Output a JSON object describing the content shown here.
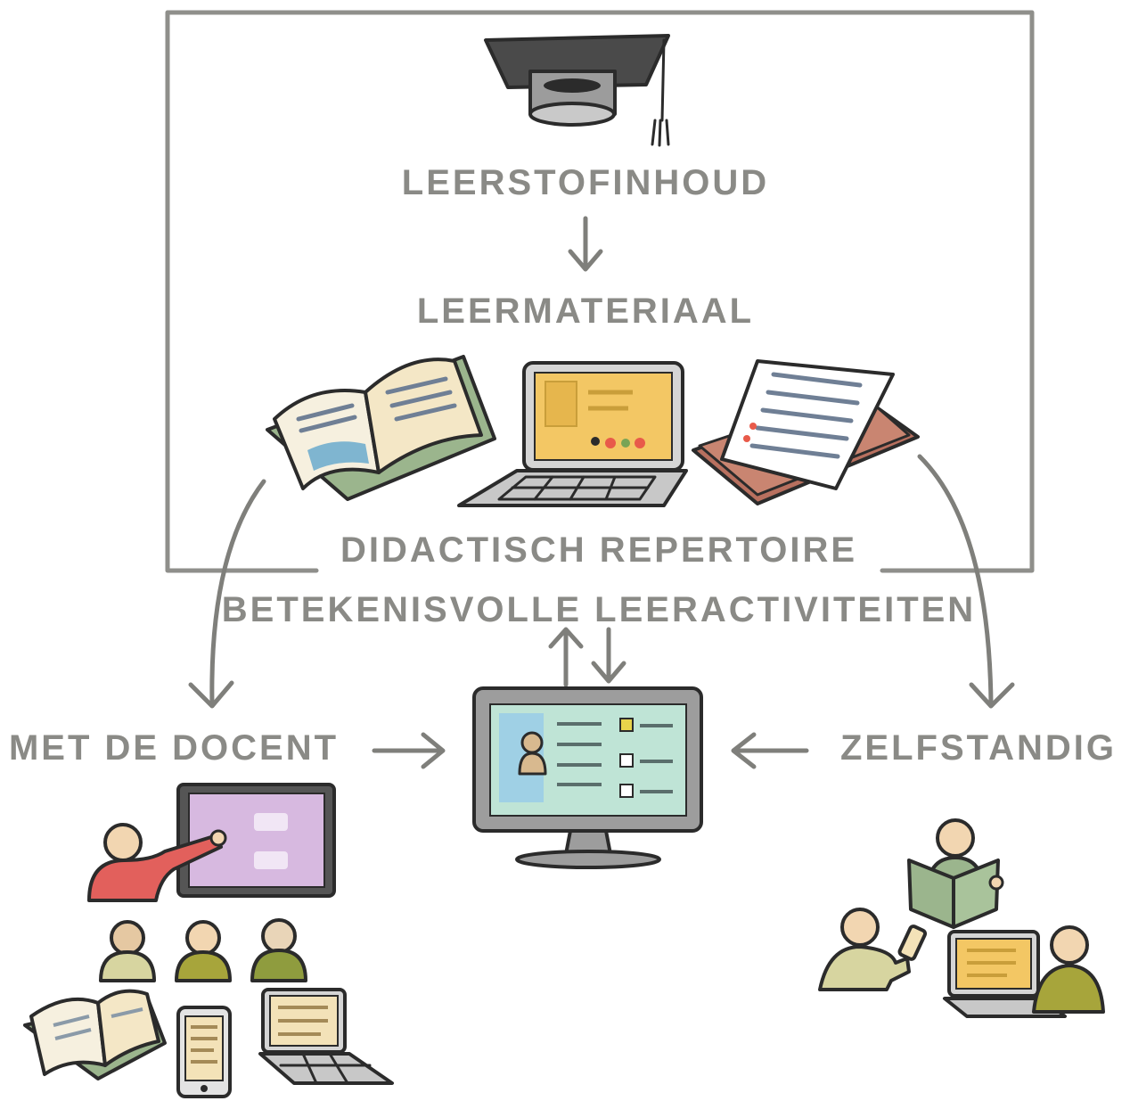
{
  "labels": {
    "top": "LEERSTOFINHOUD",
    "material": "LEERMATERIAAL",
    "repertoire": "DIDACTISCH REPERTOIRE",
    "activities": "BETEKENISVOLLE LEERACTIVITEITEN",
    "with_teacher": "MET DE DOCENT",
    "independent": "ZELFSTANDIG"
  },
  "icons": [
    "graduation-cap-icon",
    "open-book-icon",
    "laptop-icon",
    "documents-icon",
    "desktop-monitor-icon",
    "teacher-whiteboard-icon",
    "students-icon",
    "tablet-icon",
    "reading-person-icon",
    "phone-person-icon",
    "laptop-person-icon"
  ],
  "colors": {
    "ink": "#2b2b2b",
    "label_grey": "#8a8a86",
    "screen_yellow": "#f3c764",
    "screen_teal": "#bfe4d6",
    "whiteboard_purple": "#d7b9e0",
    "teacher_red": "#e2605c",
    "student_olive": "#a7a53b",
    "book_green": "#9bb58d",
    "paper_brown": "#b8705f"
  }
}
